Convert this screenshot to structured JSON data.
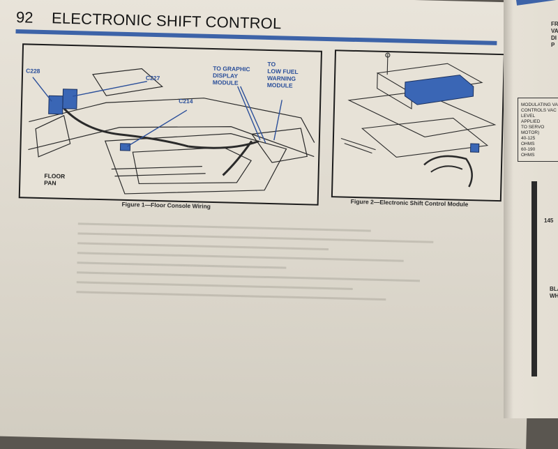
{
  "header": {
    "page_number": "92",
    "title": "ELECTRONIC SHIFT CONTROL"
  },
  "figure1": {
    "callouts": {
      "c228": "C228",
      "c227": "C227",
      "c214": "C214",
      "graphic_display": [
        "TO GRAPHIC",
        "DISPLAY",
        "MODULE"
      ],
      "low_fuel": [
        "TO",
        "LOW FUEL",
        "WARNING",
        "MODULE"
      ],
      "floor_pan": [
        "FLOOR",
        "PAN"
      ]
    },
    "caption": "Figure 1—Floor Console Wiring"
  },
  "figure2": {
    "caption": "Figure 2—Electronic Shift Control Module"
  },
  "right_page": {
    "header_fragments": [
      "FR",
      "VA",
      "DI",
      "P"
    ],
    "box_lines": [
      "MODULATING VA",
      "CONTROLS VAC",
      "LEVEL",
      "APPLIED",
      "TO SERVO",
      "MOTOR)",
      "40-125",
      "OHMS",
      "60-190",
      "OHMS"
    ],
    "wire_label": "145",
    "bottom_fragments": [
      "BLA",
      "WH"
    ]
  },
  "colors": {
    "accent_blue": "#3d63a8",
    "callout_blue": "#2b4f9a",
    "connector_blue": "#3a66b5",
    "paper": "#e7e2d7"
  }
}
